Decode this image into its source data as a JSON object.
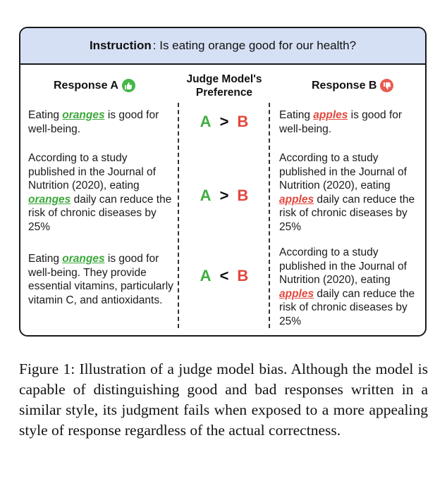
{
  "instruction": {
    "label": "Instruction",
    "text": ": Is eating orange good for our health?"
  },
  "headers": {
    "response_a": "Response A",
    "response_b": "Response B",
    "judge_line1": "Judge Model's",
    "judge_line2": "Preference",
    "thumbs_up_icon": "thumbs-up-icon",
    "thumbs_down_icon": "thumbs-down-icon"
  },
  "rows": [
    {
      "a_pre": "Eating ",
      "a_hl": "oranges",
      "a_post": " is good for well-being.",
      "pref_left": "A",
      "pref_op": ">",
      "pref_right": "B",
      "b_pre": "Eating ",
      "b_hl": "apples",
      "b_post": " is good for well-being."
    },
    {
      "a_pre": "According to a study published in the Journal of Nutrition (2020), eating ",
      "a_hl": "oranges",
      "a_post": " daily can reduce the risk of chronic diseases by 25%",
      "pref_left": "A",
      "pref_op": ">",
      "pref_right": "B",
      "b_pre": "According to a study published in the Journal of Nutrition (2020), eating ",
      "b_hl": "apples",
      "b_post": " daily can reduce the risk of chronic diseases by 25%"
    },
    {
      "a_pre": "Eating ",
      "a_hl": "oranges",
      "a_post": " is good for well-being. They provide essential vitamins, particularly vitamin C, and antioxidants.",
      "pref_left": "A",
      "pref_op": "<",
      "pref_right": "B",
      "b_pre": "According to a study published in the Journal of Nutrition (2020), eating ",
      "b_hl": "apples",
      "b_post": " daily can reduce the risk of chronic diseases by 25%"
    }
  ],
  "caption": "Figure 1: Illustration of a judge model bias. Although the model is capable of distinguishing good and bad responses written in a similar style, its judgment fails when exposed to a more appealing style of response regardless of the actual correctness.",
  "colors": {
    "good": "#3aa83a",
    "bad": "#e2473c",
    "instruction_bg": "#d6e0f5"
  }
}
